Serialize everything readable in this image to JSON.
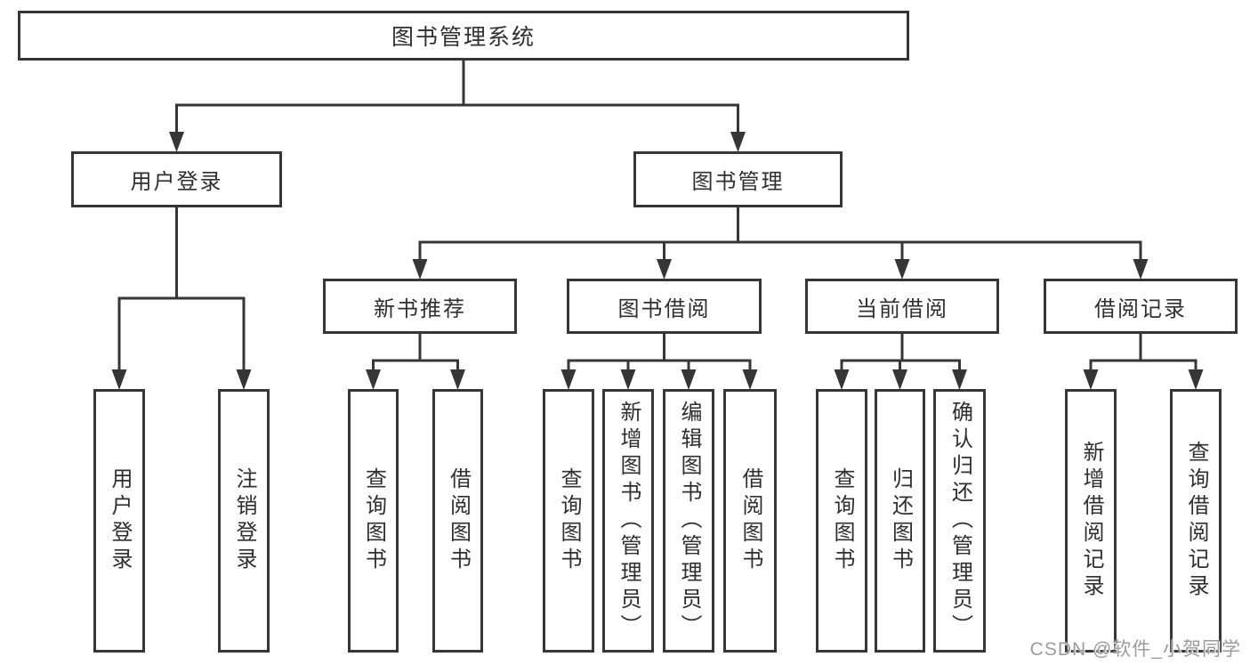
{
  "diagram_title": "图书管理系统",
  "watermark": {
    "text": "CSDN @软件_小贺同学"
  },
  "colors": {
    "background": "#ffffff",
    "line": "#363636",
    "box_border": "#363636",
    "text": "#2f2f2f",
    "watermark_text": "#9b9b9b"
  },
  "nodes": [
    {
      "id": "root",
      "label": "图书管理系统",
      "level": 1,
      "parent": null
    },
    {
      "id": "user-login",
      "label": "用户登录",
      "level": 2,
      "parent": "root"
    },
    {
      "id": "book-management",
      "label": "图书管理",
      "level": 2,
      "parent": "root"
    },
    {
      "id": "new-book-recommendation",
      "label": "新书推荐",
      "level": 3,
      "parent": "book-management"
    },
    {
      "id": "book-borrowing",
      "label": "图书借阅",
      "level": 3,
      "parent": "book-management"
    },
    {
      "id": "current-borrowing",
      "label": "当前借阅",
      "level": 3,
      "parent": "book-management"
    },
    {
      "id": "borrowing-records",
      "label": "借阅记录",
      "level": 3,
      "parent": "book-management"
    },
    {
      "id": "v-user-login",
      "label": "用户登录",
      "level": 4,
      "parent": "user-login"
    },
    {
      "id": "v-logout",
      "label": "注销登录",
      "level": 4,
      "parent": "user-login"
    },
    {
      "id": "v-query-books-1",
      "label": "查询图书",
      "level": 4,
      "parent": "new-book-recommendation"
    },
    {
      "id": "v-borrow-books-1",
      "label": "借阅图书",
      "level": 4,
      "parent": "new-book-recommendation"
    },
    {
      "id": "v-query-books-2",
      "label": "查询图书",
      "level": 4,
      "parent": "book-borrowing"
    },
    {
      "id": "v-add-books",
      "label": "新增图书（管理员）",
      "level": 4,
      "parent": "book-borrowing"
    },
    {
      "id": "v-edit-books",
      "label": "编辑图书（管理员）",
      "level": 4,
      "parent": "book-borrowing"
    },
    {
      "id": "v-borrow-books-2",
      "label": "借阅图书",
      "level": 4,
      "parent": "book-borrowing"
    },
    {
      "id": "v-query-books-3",
      "label": "查询图书",
      "level": 4,
      "parent": "current-borrowing"
    },
    {
      "id": "v-return-books",
      "label": "归还图书",
      "level": 4,
      "parent": "current-borrowing"
    },
    {
      "id": "v-confirm-return",
      "label": "确认归还（管理员）",
      "level": 4,
      "parent": "current-borrowing"
    },
    {
      "id": "v-add-borrow-record",
      "label": "新增借阅记录",
      "level": 4,
      "parent": "borrowing-records"
    },
    {
      "id": "v-query-borrow-record",
      "label": "查询借阅记录",
      "level": 4,
      "parent": "borrowing-records"
    }
  ]
}
